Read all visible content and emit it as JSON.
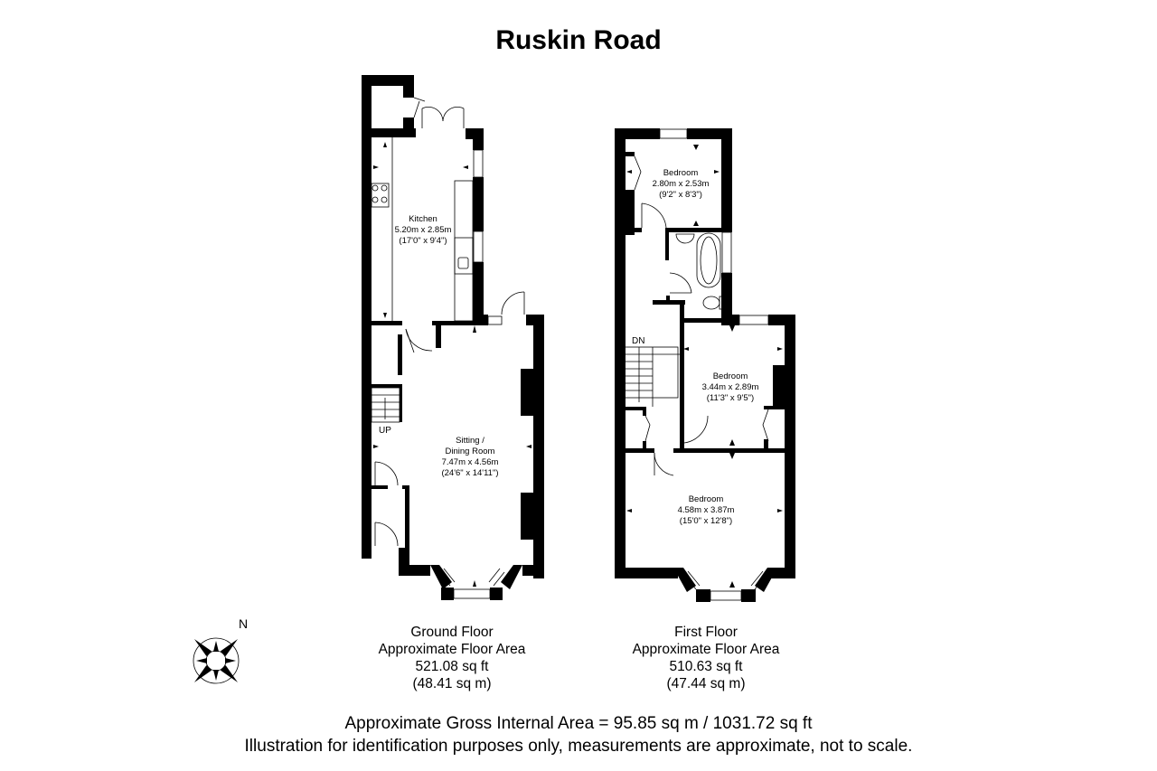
{
  "title": "Ruskin Road",
  "compass": {
    "label": "N",
    "icon": "compass-rose-icon"
  },
  "ground_floor": {
    "name": "Ground Floor",
    "area_label": "Approximate Floor Area",
    "area_sqft": "521.08 sq ft",
    "area_sqm": "(48.41 sq m)",
    "stairs_label": "UP",
    "rooms": [
      {
        "name": "Kitchen",
        "metric": "5.20m x 2.85m",
        "imperial": "(17'0\" x 9'4\")"
      },
      {
        "name_line1": "Sitting /",
        "name_line2": "Dining Room",
        "metric": "7.47m x 4.56m",
        "imperial": "(24'6\" x 14'11\")"
      }
    ]
  },
  "first_floor": {
    "name": "First Floor",
    "area_label": "Approximate Floor Area",
    "area_sqft": "510.63 sq ft",
    "area_sqm": "(47.44 sq m)",
    "stairs_label": "DN",
    "rooms": [
      {
        "name": "Bedroom",
        "metric": "2.80m x 2.53m",
        "imperial": "(9'2\" x 8'3\")"
      },
      {
        "name": "Bedroom",
        "metric": "3.44m x 2.89m",
        "imperial": "(11'3\" x 9'5\")"
      },
      {
        "name": "Bedroom",
        "metric": "4.58m x 3.87m",
        "imperial": "(15'0\" x 12'8\")"
      }
    ]
  },
  "footer": {
    "gross_area": "Approximate Gross Internal Area = 95.85 sq m / 1031.72 sq ft",
    "disclaimer": "Illustration for identification purposes only, measurements are approximate, not to scale."
  }
}
